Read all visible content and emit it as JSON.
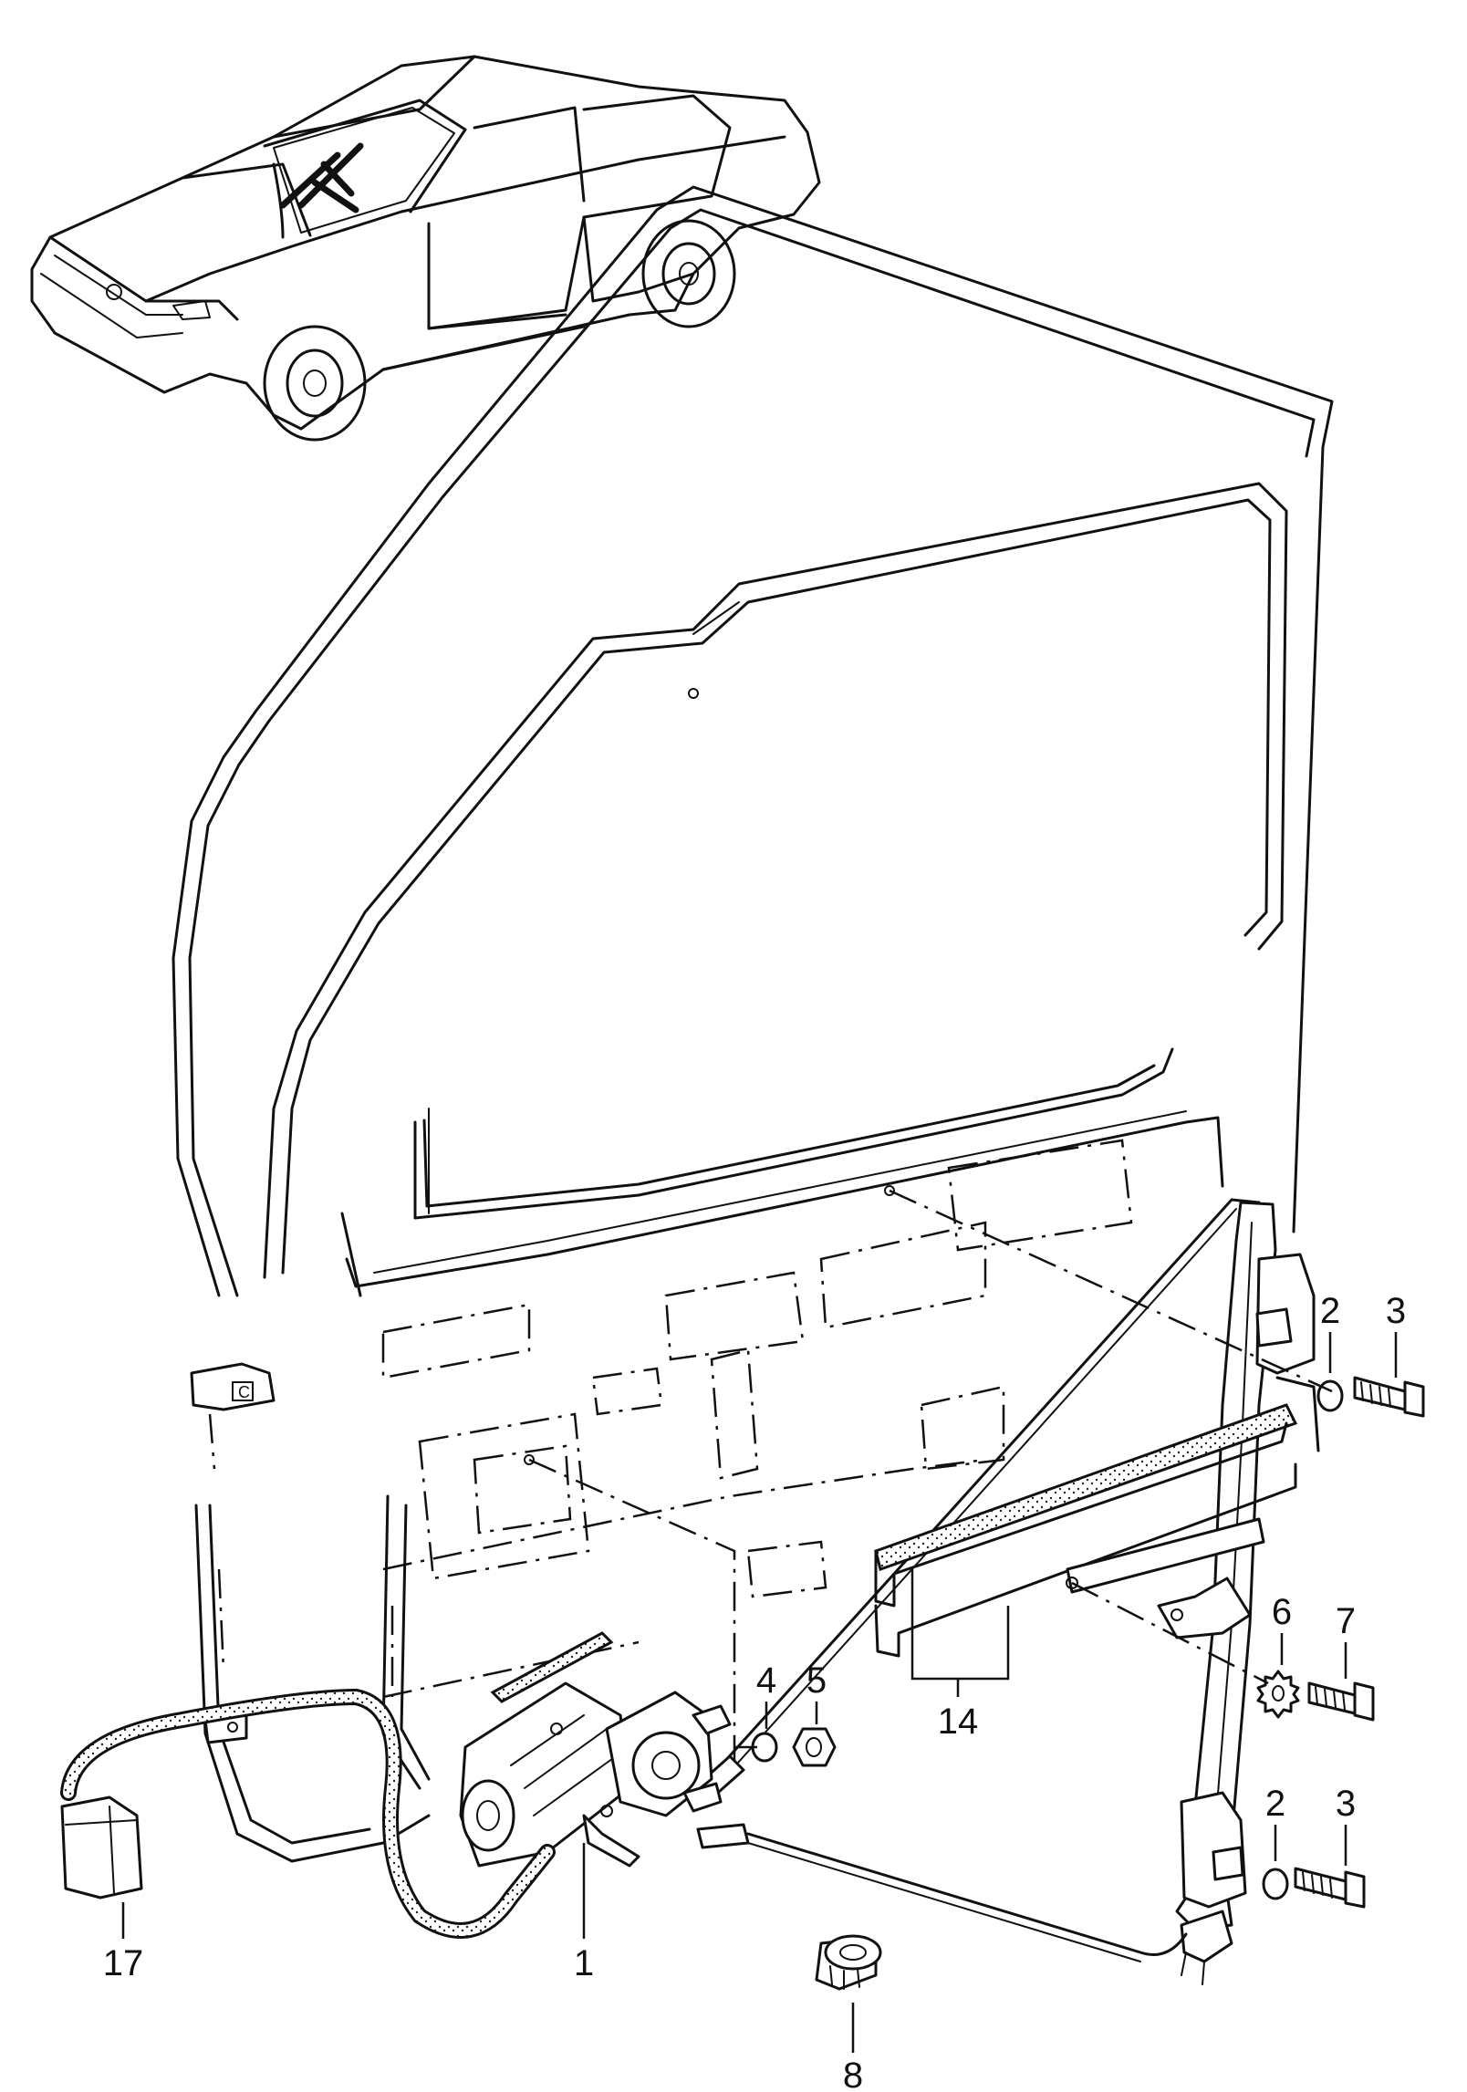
{
  "diagram": {
    "callouts": [
      {
        "id": "c1",
        "text": "1"
      },
      {
        "id": "c2a",
        "text": "2"
      },
      {
        "id": "c3a",
        "text": "3"
      },
      {
        "id": "c2b",
        "text": "2"
      },
      {
        "id": "c3b",
        "text": "3"
      },
      {
        "id": "c4",
        "text": "4"
      },
      {
        "id": "c5",
        "text": "5"
      },
      {
        "id": "c6",
        "text": "6"
      },
      {
        "id": "c7",
        "text": "7"
      },
      {
        "id": "c8",
        "text": "8"
      },
      {
        "id": "c14",
        "text": "14"
      },
      {
        "id": "c17",
        "text": "17"
      }
    ],
    "clip_letter": "C"
  }
}
